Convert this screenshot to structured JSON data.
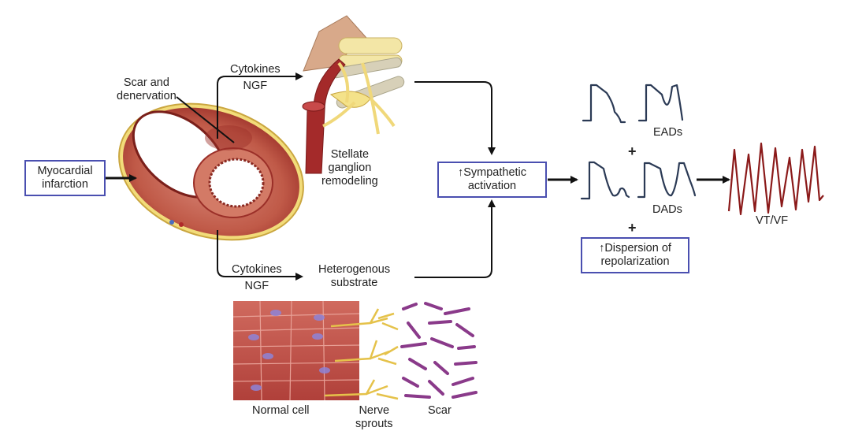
{
  "title": "Myocardial infarction to VT/VF pathway",
  "nodes": {
    "mi": {
      "line1": "Myocardial",
      "line2": "infarction"
    },
    "scar": {
      "line1": "Scar and",
      "line2": "denervation"
    },
    "cytokines_top": {
      "line1": "Cytokines",
      "line2": "NGF"
    },
    "stellate": {
      "line1": "Stellate",
      "line2": "ganglion",
      "line3": "remodeling"
    },
    "cytokines_bottom": {
      "line1": "Cytokines",
      "line2": "NGF"
    },
    "hetero": {
      "line1": "Heterogenous",
      "line2": "substrate"
    },
    "sympathetic": {
      "arrow": "↑",
      "line1": "Sympathetic",
      "line2": "activation"
    },
    "eads": "EADs",
    "plus1": "+",
    "dads": "DADs",
    "plus2": "+",
    "dispersion": {
      "arrow": "↑",
      "line1": "Dispersion of",
      "line2": "repolarization"
    },
    "vtvf": "VT/VF"
  },
  "tissue_labels": {
    "normal": "Normal cell",
    "nerve": {
      "line1": "Nerve",
      "line2": "sprouts"
    },
    "scar": "Scar"
  },
  "colors": {
    "box_border": "#4a4fb0",
    "arrow": "#111111",
    "ap_trace": "#2b3a55",
    "vtvf_trace": "#8b1a1a",
    "myocardium": "#b5483a",
    "nerve": "#e8c64a",
    "scar_fiber": "#8a3a8a"
  }
}
